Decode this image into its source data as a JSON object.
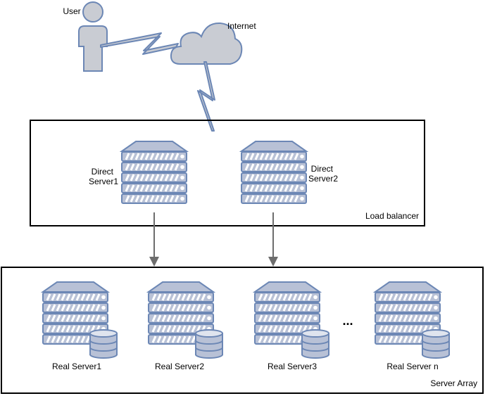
{
  "labels": {
    "user": "User",
    "internet": "Internet",
    "load_balancer": "Load balancer",
    "server_array": "Server Array",
    "direct_server1": [
      "Direct",
      "Server1"
    ],
    "direct_server2": [
      "Direct",
      "Server2"
    ],
    "real_server1": "Real Server1",
    "real_server2": "Real Server2",
    "real_server3": "Real Server3",
    "real_server_n": "Real Server n",
    "ellipsis": "..."
  },
  "icons": {
    "user": "user-icon",
    "cloud": "cloud-icon",
    "link": "lightning-link-icon",
    "server": "server-rack-icon",
    "database": "database-icon",
    "arrow": "arrow-down-icon"
  },
  "colors": {
    "icon_fill": "#c9ccd3",
    "server_fill": "#b8c1d6",
    "server_stroke": "#6c87b5",
    "arrow": "#6d6d6d",
    "box_stroke": "#000000"
  }
}
